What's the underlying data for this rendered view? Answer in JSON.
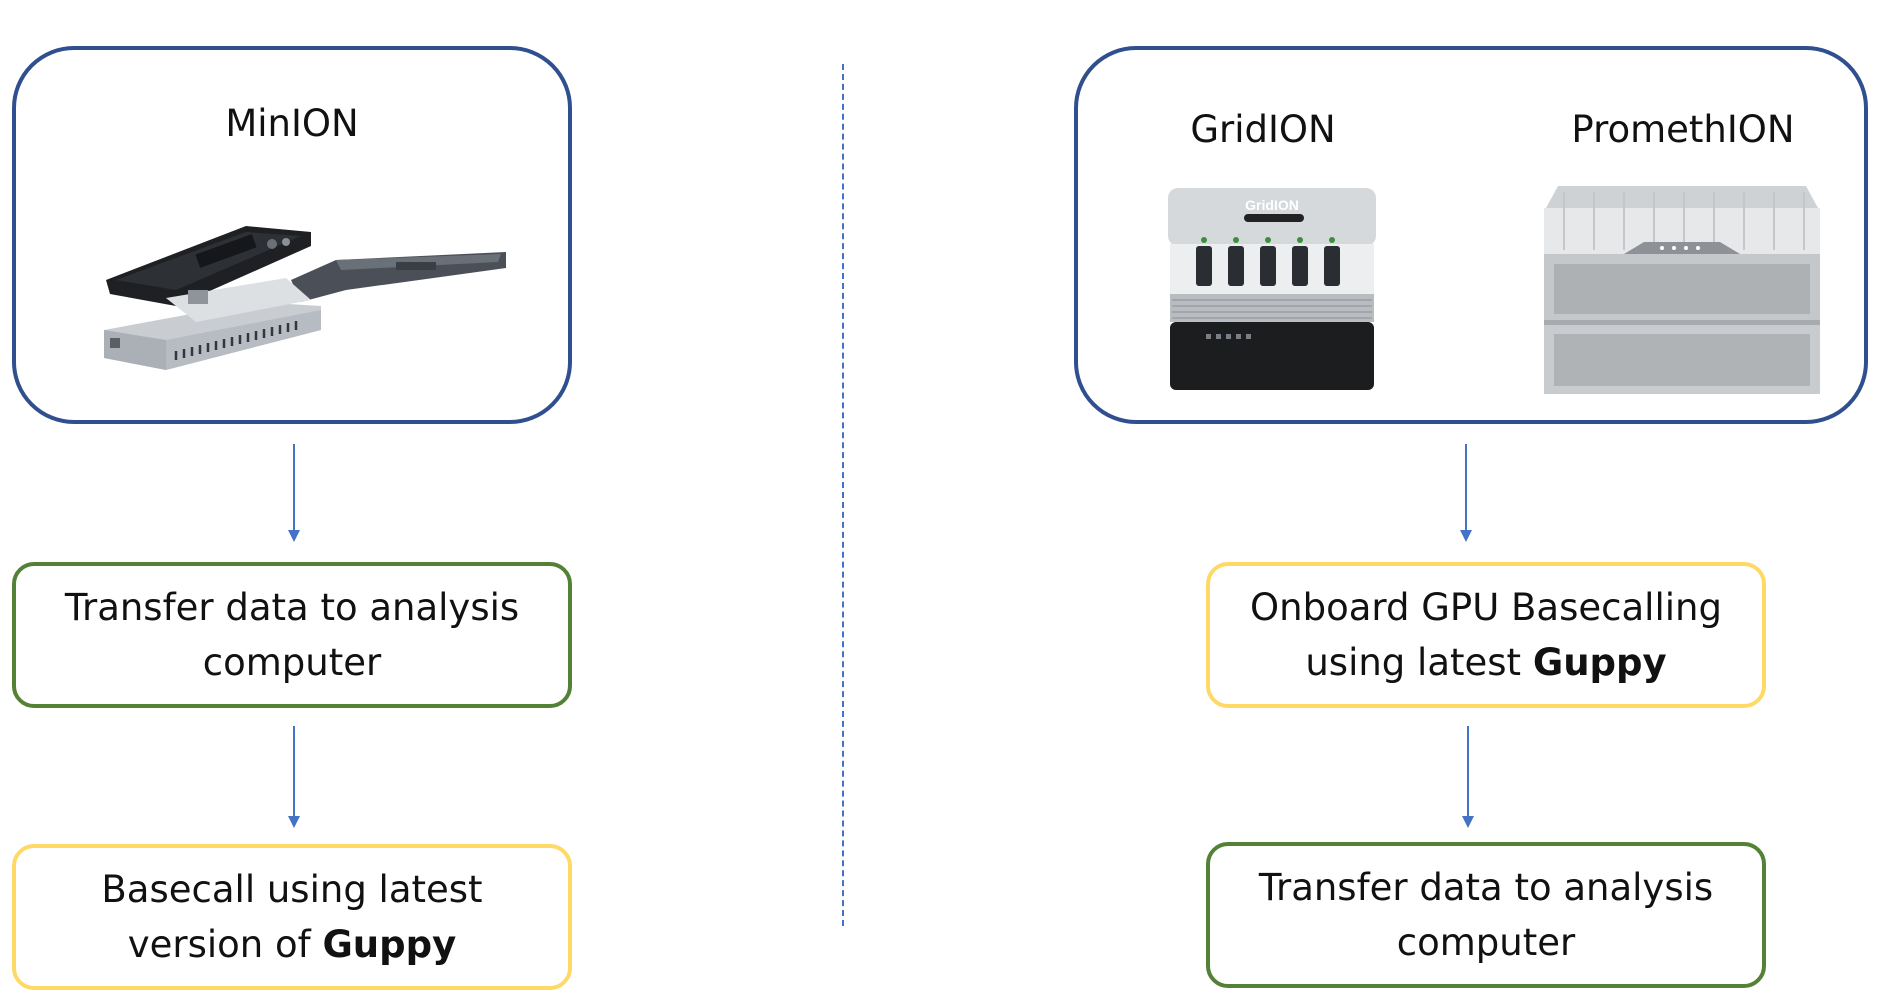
{
  "left": {
    "device_title": "MinION",
    "step1": {
      "text": "Transfer data to analysis computer"
    },
    "step2": {
      "text_before": "Basecall using latest version of ",
      "text_bold": "Guppy"
    }
  },
  "right": {
    "device_title_1": "GridION",
    "device_title_2": "PromethION",
    "gridion_logo": "GridION",
    "step1": {
      "text_before": "Onboard GPU Basecalling using latest ",
      "text_bold": "Guppy"
    },
    "step2": {
      "text": "Transfer data to analysis computer"
    }
  },
  "colors": {
    "device_border": "#2f4f8f",
    "green_border": "#538135",
    "yellow_border": "#ffd966",
    "arrow": "#4472c4",
    "divider": "#4472c4"
  }
}
